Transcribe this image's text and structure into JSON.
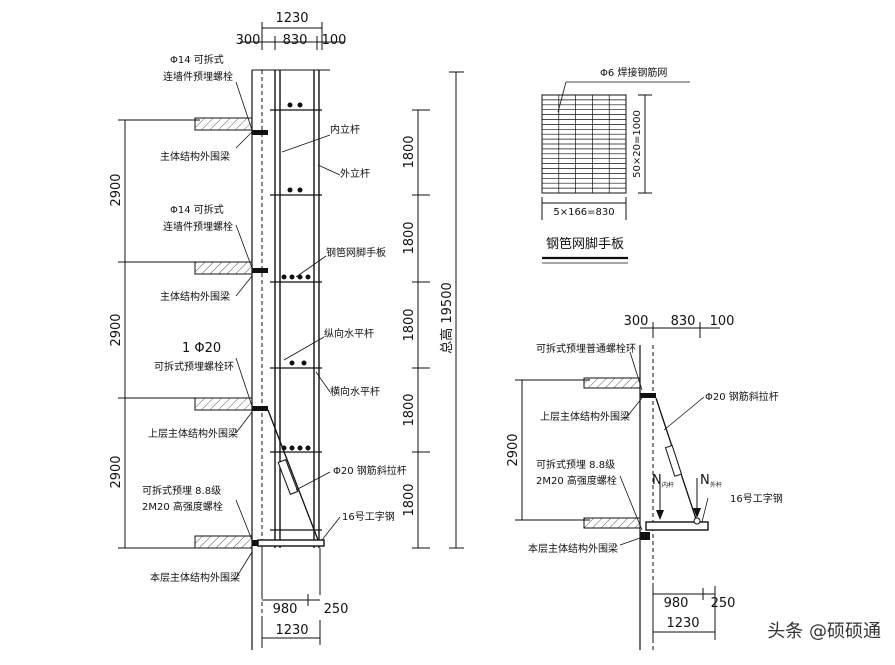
{
  "left": {
    "top_total": "1230",
    "top_left": "300",
    "top_mid": "830",
    "top_right": "100",
    "bottom_left": "980",
    "bottom_right": "250",
    "bottom_total": "1230",
    "storey_h": [
      "2900",
      "2900",
      "2900"
    ],
    "lift_h": [
      "1800",
      "1800",
      "1800",
      "1800",
      "1800"
    ],
    "total_h": "总高 19500",
    "labels": {
      "bolt_a_1": "Φ14 可拆式",
      "bolt_a_2": "连墙件预埋螺栓",
      "beam_main": "主体结构外围梁",
      "inner_pole": "内立杆",
      "outer_pole": "外立杆",
      "bolt_b_1": "Φ14 可拆式",
      "bolt_b_2": "连墙件预埋螺栓",
      "mesh_board": "钢笆网脚手板",
      "beam_main_2": "主体结构外围梁",
      "long_bar": "纵向水平杆",
      "ring_1": "1 Φ20",
      "ring_2": "可拆式预埋螺栓环",
      "cross_bar": "横向水平杆",
      "upper_beam": "上层主体结构外围梁",
      "rod": "Φ20 钢筋斜拉杆",
      "hs_bolt_1": "可拆式预埋 8.8级",
      "hs_bolt_2": "2M20 高强度螺栓",
      "i_beam": "16号工字钢",
      "this_beam": "本层主体结构外围梁"
    }
  },
  "mesh": {
    "title": "Φ6 焊接钢筋网",
    "w_dim": "5×166=830",
    "h_dim": "50×20=1000",
    "caption": "钢笆网脚手板"
  },
  "right": {
    "top_left": "300",
    "top_mid": "830",
    "top_right": "100",
    "storey_h": "2900",
    "bottom_left": "980",
    "bottom_right": "250",
    "bottom_total": "1230",
    "labels": {
      "ring": "可拆式预埋普通螺栓环",
      "upper_beam": "上层主体结构外围梁",
      "rod": "Φ20 钢筋斜拉杆",
      "hs_bolt_1": "可拆式预埋  8.8级",
      "hs_bolt_2": "2M20 高强度螺栓",
      "n1": "N",
      "n1_sub": "内杆",
      "n2": "N",
      "n2_sub": "外杆",
      "i_beam": "16号工字钢",
      "this_beam": "本层主体结构外围梁"
    }
  },
  "watermark": "头条 @硕硕通"
}
